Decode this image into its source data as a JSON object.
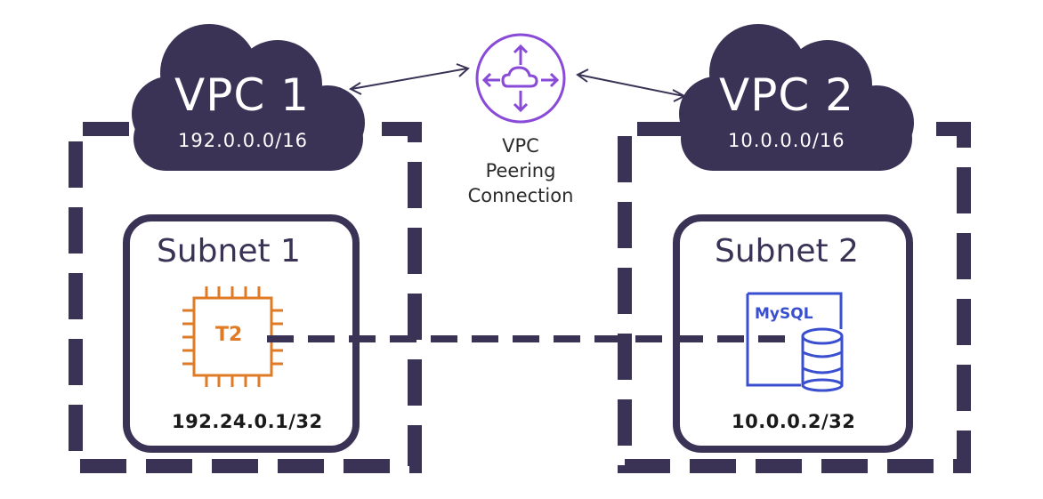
{
  "vpc1": {
    "title": "VPC 1",
    "cidr": "192.0.0.0/16"
  },
  "vpc2": {
    "title": "VPC 2",
    "cidr": "10.0.0.0/16"
  },
  "peering": {
    "line1": "VPC",
    "line2": "Peering",
    "line3": "Connection",
    "icon": "cloud-arrows-icon"
  },
  "subnet1": {
    "title": "Subnet 1",
    "chip_label": "T2",
    "ip": "192.24.0.1/32",
    "icon": "chip-icon"
  },
  "subnet2": {
    "title": "Subnet 2",
    "db_label": "MySQL",
    "ip": "10.0.0.2/32",
    "icon": "database-icon"
  },
  "colors": {
    "frame": "#3a3356",
    "cloud": "#3a3356",
    "peering": "#8a4ad8",
    "chip": "#e07b25",
    "db": "#3a4fd0"
  }
}
